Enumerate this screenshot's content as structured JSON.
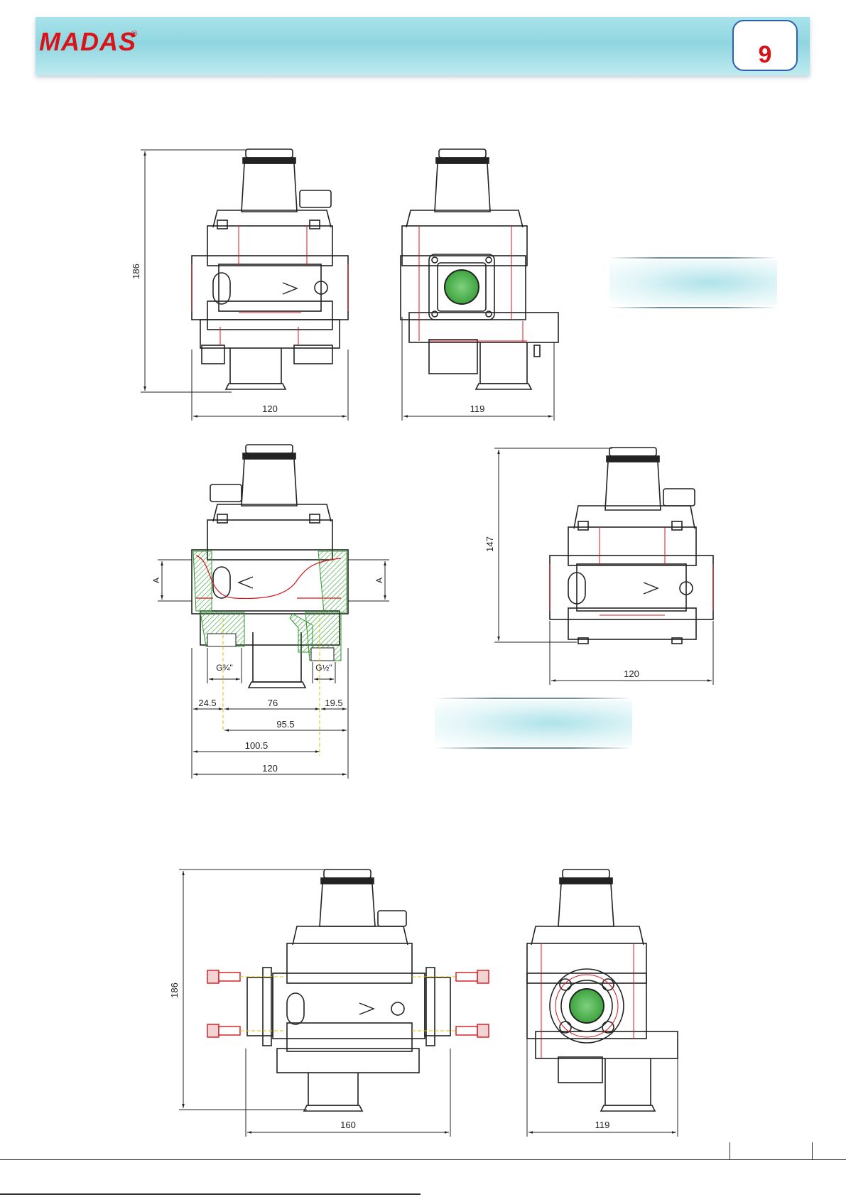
{
  "header": {
    "logo_text": "MADAS",
    "logo_mark": "®",
    "page_number": "9",
    "brand_color": "#d8141b",
    "accent_color": "#2f5fb0"
  },
  "drawings": {
    "view1": {
      "dim_height": "186",
      "dim_width": "120"
    },
    "view2": {
      "dim_width": "119"
    },
    "view3": {
      "label_a_left": "A",
      "label_a_right": "A",
      "thread_left": "G¾\"",
      "thread_right": "G½\"",
      "dims": [
        "24.5",
        "76",
        "19.5",
        "95.5",
        "100.5",
        "120"
      ]
    },
    "view4": {
      "dim_height": "147",
      "dim_width": "120"
    },
    "view5": {
      "dim_height": "186",
      "dim_width": "160"
    },
    "view6": {
      "dim_width": "119"
    }
  }
}
